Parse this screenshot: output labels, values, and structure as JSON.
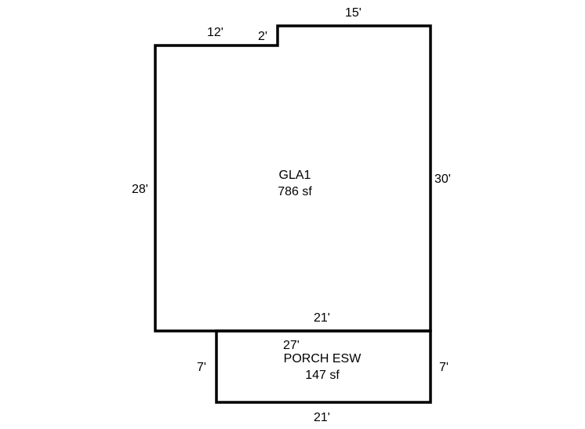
{
  "diagram": {
    "areas": [
      {
        "name": "GLA1",
        "area": "786 sf",
        "dimensions": [
          "12'",
          "2'",
          "15'",
          "28'",
          "30'",
          "21'"
        ]
      },
      {
        "name": "PORCH ESW",
        "area": "147 sf",
        "dimensions": [
          "27'",
          "7'",
          "7'",
          "21'"
        ]
      }
    ],
    "line_color": "#000000"
  }
}
